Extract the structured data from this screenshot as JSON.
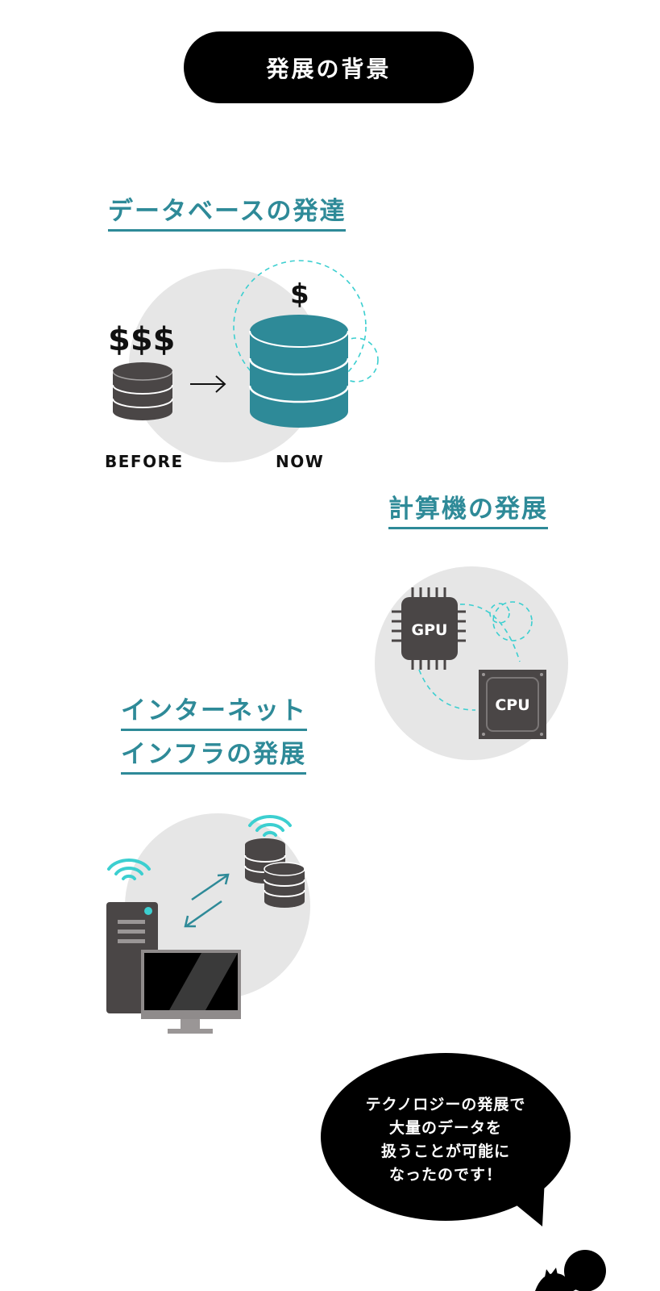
{
  "page": {
    "title": "発展の背景"
  },
  "sections": {
    "database": {
      "heading": "データベースの発達",
      "before_cost": "$$$",
      "now_cost": "$",
      "before_label": "BEFORE",
      "now_label": "NOW"
    },
    "computer": {
      "heading": "計算機の発展",
      "gpu_label": "GPU",
      "cpu_label": "CPU"
    },
    "internet": {
      "heading_line1": "インターネット",
      "heading_line2": "インフラの発展"
    }
  },
  "speech_bubble": {
    "lines": [
      "テクノロジーの発展で",
      "大量のデータを",
      "扱うことが可能に",
      "なったのです！"
    ]
  },
  "colors": {
    "teal": "#2e8a98",
    "accent_cyan": "#3ccfd0",
    "dark_gray": "#4a4646",
    "light_gray": "#e6e6e6",
    "black": "#000000"
  }
}
